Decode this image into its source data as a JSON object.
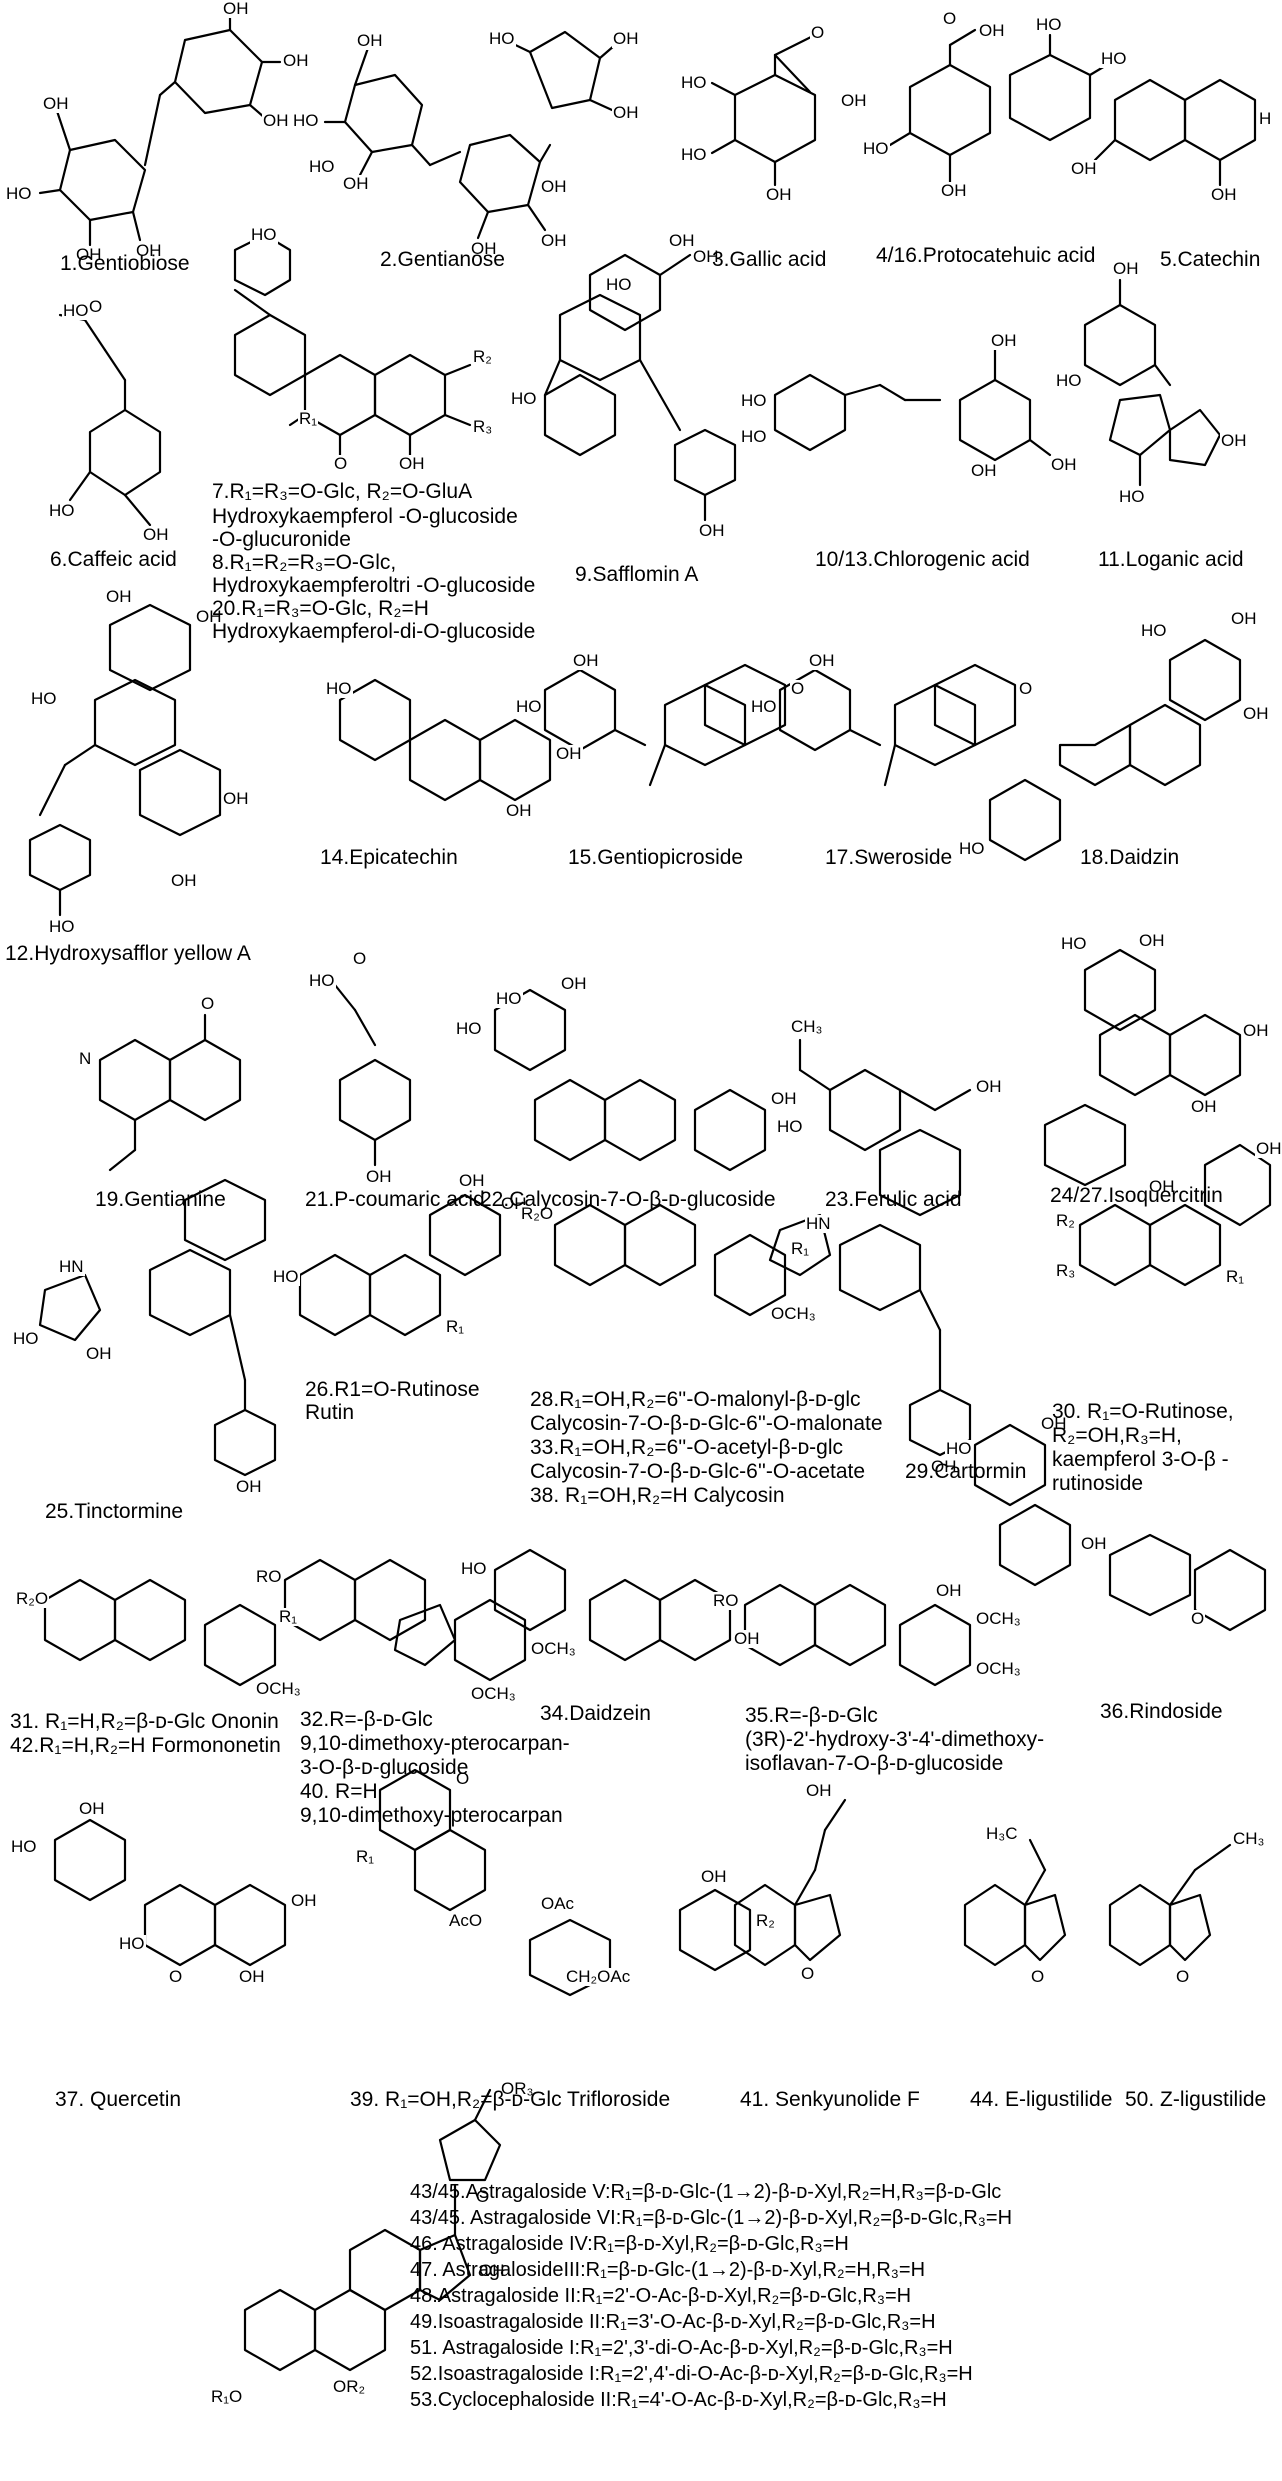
{
  "compounds": [
    {
      "id": "c1",
      "text": "1.Gentiobiose"
    },
    {
      "id": "c2",
      "text": "2.Gentianose"
    },
    {
      "id": "c3",
      "text": "3.Gallic acid"
    },
    {
      "id": "c4",
      "text": "4/16.Protocatehuic acid"
    },
    {
      "id": "c5",
      "text": "5.Catechin"
    },
    {
      "id": "c6",
      "text": "6.Caffeic acid"
    },
    {
      "id": "c7",
      "text": "7.R₁=R₃=O-Glc, R₂=O-GluA"
    },
    {
      "id": "c7b",
      "text": "Hydroxykaempferol -O-glucoside"
    },
    {
      "id": "c7c",
      "text": "-O-glucuronide"
    },
    {
      "id": "c8",
      "text": "8.R₁=R₂=R₃=O-Glc,"
    },
    {
      "id": "c8b",
      "text": "Hydroxykaempferoltri -O-glucoside"
    },
    {
      "id": "c20",
      "text": "20.R₁=R₃=O-Glc, R₂=H"
    },
    {
      "id": "c20b",
      "text": "Hydroxykaempferol-di-O-glucoside"
    },
    {
      "id": "c9",
      "text": "9.Safflomin A"
    },
    {
      "id": "c10",
      "text": "10/13.Chlorogenic acid"
    },
    {
      "id": "c11",
      "text": "11.Loganic acid"
    },
    {
      "id": "c12",
      "text": "12.Hydroxysafflor yellow A"
    },
    {
      "id": "c14",
      "text": "14.Epicatechin"
    },
    {
      "id": "c15",
      "text": "15.Gentiopicroside"
    },
    {
      "id": "c17",
      "text": "17.Sweroside"
    },
    {
      "id": "c18",
      "text": "18.Daidzin"
    },
    {
      "id": "c19",
      "text": "19.Gentianine"
    },
    {
      "id": "c21",
      "text": "21.P-coumaric acid"
    },
    {
      "id": "c22",
      "text": "22.Calycosin-7-O-β-ᴅ-glucoside"
    },
    {
      "id": "c23",
      "text": "23.Ferulic acid"
    },
    {
      "id": "c24",
      "text": "24/27.Isoquercitrin"
    },
    {
      "id": "c25",
      "text": "25.Tinctormine"
    },
    {
      "id": "c26",
      "text": "26.R1=O-Rutinose"
    },
    {
      "id": "c26b",
      "text": "Rutin"
    },
    {
      "id": "c28",
      "text": "28.R₁=OH,R₂=6''-O-malonyl-β-ᴅ-glc"
    },
    {
      "id": "c28b",
      "text": "Calycosin-7-O-β-ᴅ-Glc-6''-O-malonate"
    },
    {
      "id": "c33",
      "text": "33.R₁=OH,R₂=6''-O-acetyl-β-ᴅ-glc"
    },
    {
      "id": "c33b",
      "text": "Calycosin-7-O-β-ᴅ-Glc-6''-O-acetate"
    },
    {
      "id": "c38",
      "text": "38. R₁=OH,R₂=H Calycosin"
    },
    {
      "id": "c29",
      "text": "29.Cartormin"
    },
    {
      "id": "c30",
      "text": "30. R₁=O-Rutinose,"
    },
    {
      "id": "c30b",
      "text": "R₂=OH,R₃=H,"
    },
    {
      "id": "c30c",
      "text": "kaempferol 3-O-β -"
    },
    {
      "id": "c30d",
      "text": "rutinoside"
    },
    {
      "id": "c31",
      "text": "31. R₁=H,R₂=β-ᴅ-Glc Ononin"
    },
    {
      "id": "c42",
      "text": "42.R₁=H,R₂=H Formononetin"
    },
    {
      "id": "c32",
      "text": "32.R=-β-ᴅ-Glc"
    },
    {
      "id": "c32b",
      "text": "9,10-dimethoxy-pterocarpan-"
    },
    {
      "id": "c32c",
      "text": "3-O-β-ᴅ-glucoside"
    },
    {
      "id": "c40",
      "text": "40. R=H"
    },
    {
      "id": "c40b",
      "text": "9,10-dimethoxy-pterocarpan"
    },
    {
      "id": "c34",
      "text": "34.Daidzein"
    },
    {
      "id": "c35",
      "text": "35.R=-β-ᴅ-Glc"
    },
    {
      "id": "c35b",
      "text": "(3R)-2'-hydroxy-3'-4'-dimethoxy-"
    },
    {
      "id": "c35c",
      "text": "isoflavan-7-O-β-ᴅ-glucoside"
    },
    {
      "id": "c36",
      "text": "36.Rindoside"
    },
    {
      "id": "c37",
      "text": "37. Quercetin"
    },
    {
      "id": "c39",
      "text": "39. R₁=OH,R₂=β-ᴅ-Glc Trifloroside"
    },
    {
      "id": "c41",
      "text": "41. Senkyunolide F"
    },
    {
      "id": "c44",
      "text": "44. E-ligustilide"
    },
    {
      "id": "c50",
      "text": "50. Z-ligustilide"
    },
    {
      "id": "c43",
      "text": "43/45.Astragaloside V:R₁=β-ᴅ-Glc-(1→2)-β-ᴅ-Xyl,R₂=H,R₃=β-ᴅ-Glc"
    },
    {
      "id": "c45",
      "text": "43/45. Astragaloside VI:R₁=β-ᴅ-Glc-(1→2)-β-ᴅ-Xyl,R₂=β-ᴅ-Glc,R₃=H"
    },
    {
      "id": "c46",
      "text": "46. Astragaloside IV:R₁=β-ᴅ-Xyl,R₂=β-ᴅ-Glc,R₃=H"
    },
    {
      "id": "c47",
      "text": "47. AstragalosideIII:R₁=β-ᴅ-Glc-(1→2)-β-ᴅ-Xyl,R₂=H,R₃=H"
    },
    {
      "id": "c48",
      "text": "48.Astragaloside II:R₁=2'-O-Ac-β-ᴅ-Xyl,R₂=β-ᴅ-Glc,R₃=H"
    },
    {
      "id": "c49",
      "text": "49.Isoastragaloside II:R₁=3'-O-Ac-β-ᴅ-Xyl,R₂=β-ᴅ-Glc,R₃=H"
    },
    {
      "id": "c51",
      "text": "51. Astragaloside I:R₁=2',3'-di-O-Ac-β-ᴅ-Xyl,R₂=β-ᴅ-Glc,R₃=H"
    },
    {
      "id": "c52",
      "text": "52.Isoastragaloside I:R₁=2',4'-di-O-Ac-β-ᴅ-Xyl,R₂=β-ᴅ-Glc,R₃=H"
    },
    {
      "id": "c53",
      "text": "53.Cyclocephaloside II:R₁=4'-O-Ac-β-ᴅ-Xyl,R₂=β-ᴅ-Glc,R₃=H"
    }
  ],
  "atoms": {
    "OH": "OH",
    "O": "O",
    "HO": "HO",
    "N": "N",
    "H": "H",
    "HN": "HN",
    "R": "R",
    "R1": "R₁",
    "R2": "R₂",
    "R3": "R₃",
    "RO": "RO",
    "R1O": "R₁O",
    "R2O": "R₂O",
    "OR3": "OR₃",
    "OCH3": "OCH₃",
    "CH3": "CH₃",
    "H3C": "H₃C",
    "AcO": "AcO",
    "OAc": "OAc",
    "CH2OAc": "CH₂OAc",
    "Ac": "Ac",
    "OR2": "OR₂"
  }
}
